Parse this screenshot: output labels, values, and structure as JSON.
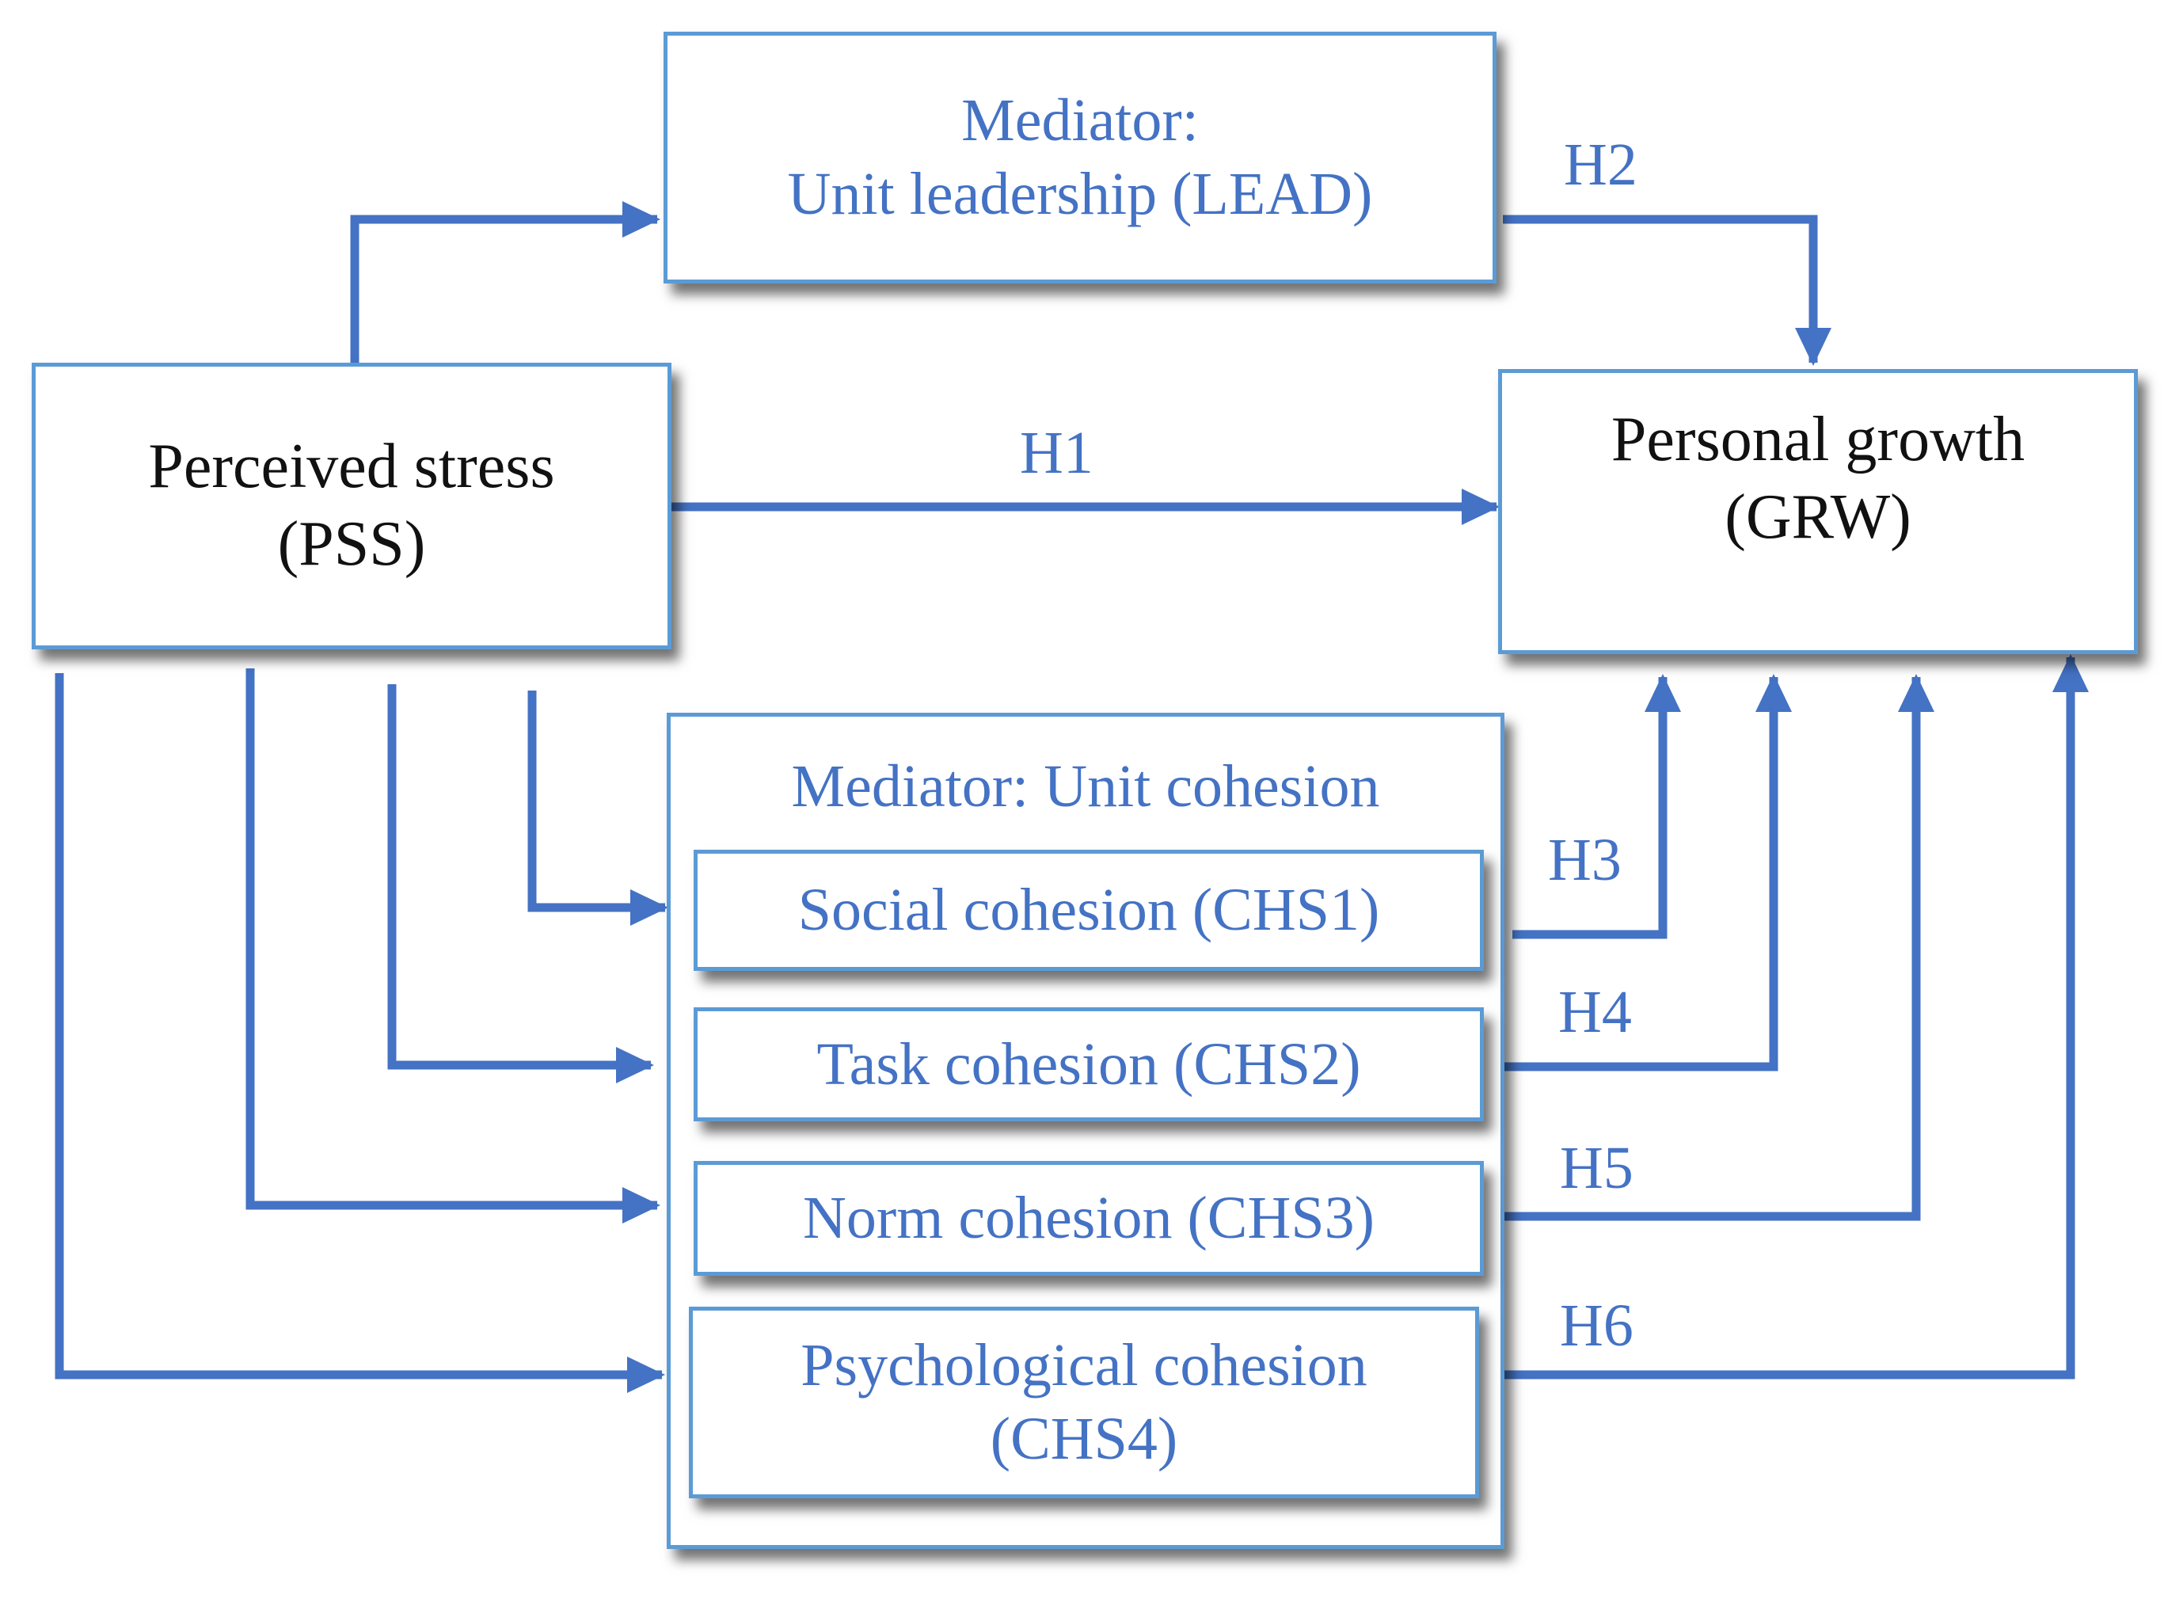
{
  "colors": {
    "arrow": "#4472c4",
    "border": "#5b9bd5",
    "text_blue": "#4472c4",
    "text_black": "#111111"
  },
  "lead": {
    "line1": "Mediator:",
    "line2": "Unit leadership (LEAD)"
  },
  "pss": {
    "line1": "Perceived stress",
    "line2": "(PSS)"
  },
  "grw": {
    "line1": "Personal growth",
    "line2": "(GRW)"
  },
  "cohesion": {
    "title": "Mediator: Unit cohesion",
    "chs1": "Social cohesion (CHS1)",
    "chs2": "Task cohesion (CHS2)",
    "chs3": "Norm cohesion (CHS3)",
    "chs4_line1": "Psychological cohesion",
    "chs4_line2": "(CHS4)"
  },
  "hypotheses": {
    "h1": "H1",
    "h2": "H2",
    "h3": "H3",
    "h4": "H4",
    "h5": "H5",
    "h6": "H6"
  }
}
